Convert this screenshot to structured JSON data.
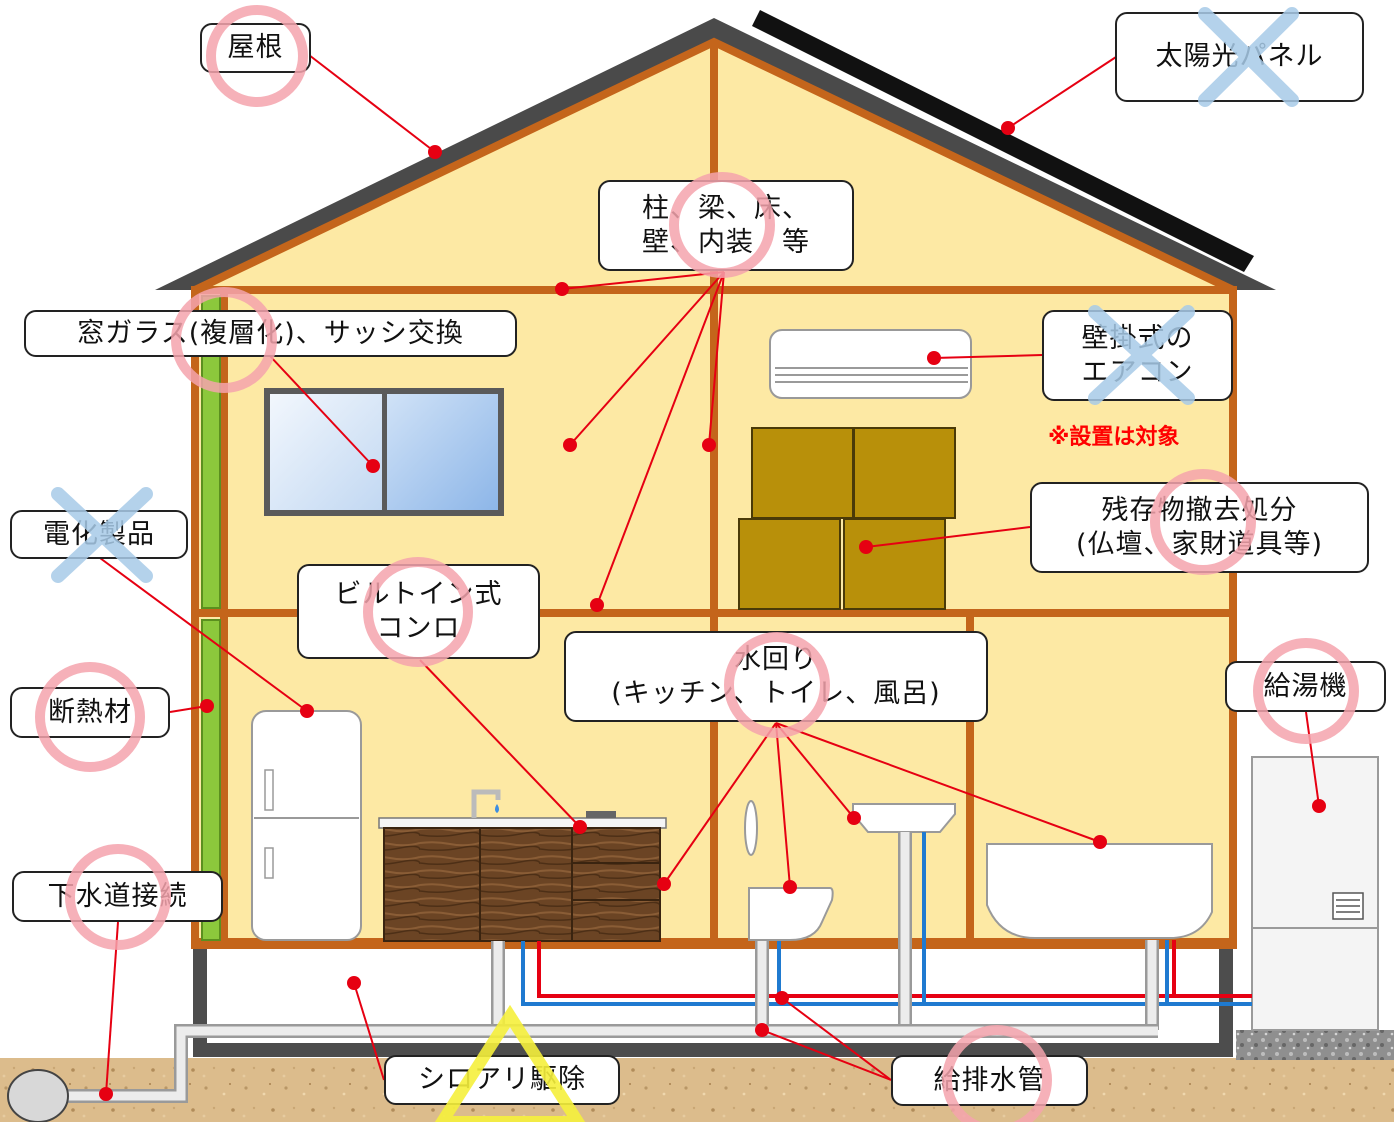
{
  "labels": {
    "roof": "屋根",
    "solar": "太陽光パネル",
    "structure_line1": "柱、梁、床、",
    "structure_line2": "壁、内装　等",
    "window": "窓ガラス(複層化)、サッシ交換",
    "aircon_line1": "壁掛式の",
    "aircon_line2": "エアコン",
    "aircon_note": "※設置は対象",
    "residual_line1": "残存物撤去処分",
    "residual_line2": "(仏壇、家財道具等)",
    "appliance": "電化製品",
    "builtin_line1": "ビルトイン式",
    "builtin_line2": "コンロ",
    "water_line1": "水回り",
    "water_line2": "(キッチン、トイレ、風呂)",
    "water_heater": "給湯機",
    "insulation": "断熱材",
    "sewer": "下水道接続",
    "termite": "シロアリ駆除",
    "plumbing": "給排水管"
  },
  "legend_marks": {
    "eligible": "circle",
    "not_eligible": "cross",
    "conditional": "triangle"
  },
  "colors": {
    "wall_fill": "#fde9a4",
    "frame": "#c4651b",
    "roof": "#4a4a4a",
    "insulation": "#8cc83c",
    "leader": "#e60012",
    "circle_mark": "#f5a3ad",
    "cross_mark": "#a8cbe8",
    "triangle_mark": "#f5ef3c",
    "box": "#b8900a",
    "hot_pipe": "#e60012",
    "cold_pipe": "#1f7ad0",
    "drain_pipe": "#e8e8e8",
    "ground": "#d9b98a"
  }
}
